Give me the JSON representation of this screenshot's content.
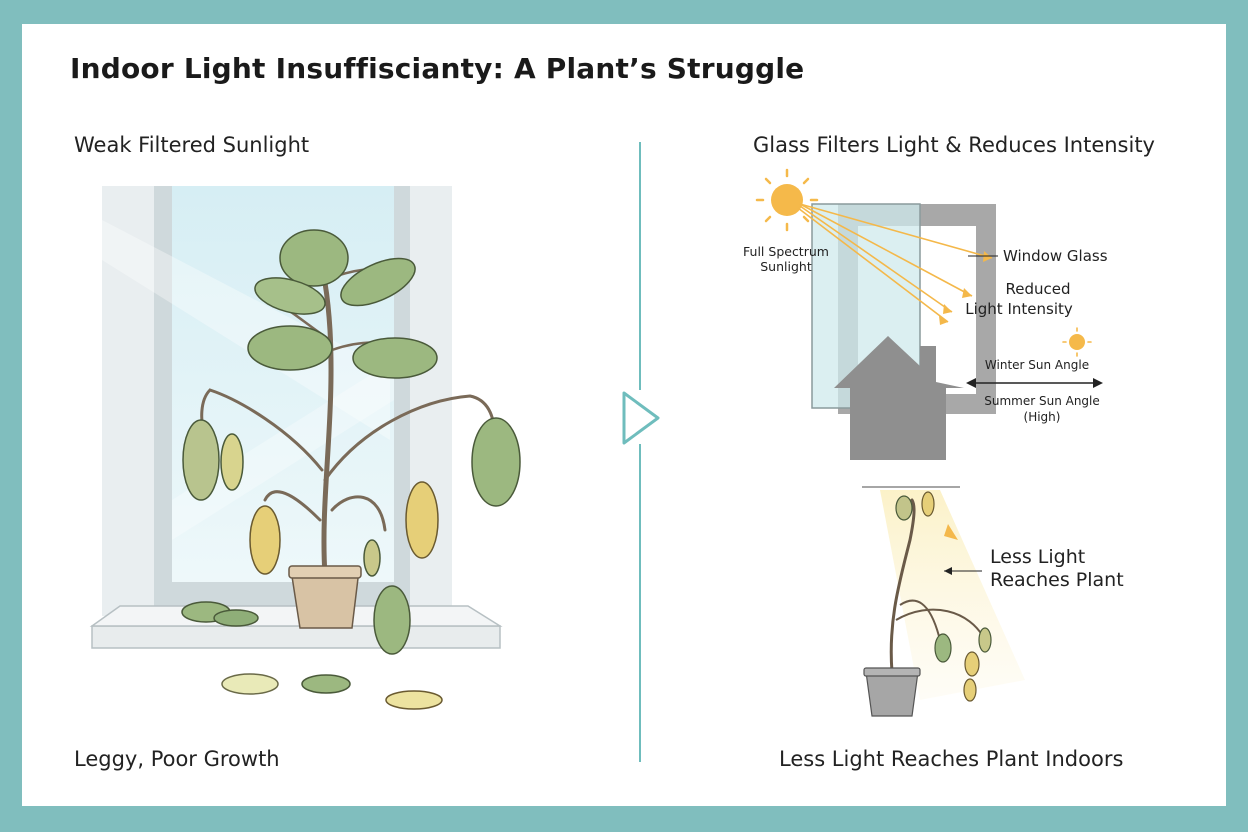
{
  "title": "Indoor Light Insuffiscianty: A Plant’s Struggle",
  "left": {
    "top_caption": "Weak Filtered Sunlight",
    "bottom_caption": "Leggy, Poor Growth"
  },
  "right": {
    "top_caption": "Glass Filters Light & Reduces Intensity",
    "bottom_caption": "Less Light Reaches Plant Indoors",
    "labels": {
      "full_spectrum_1": "Full Spectrum",
      "full_spectrum_2": "Sunlight",
      "window_glass": "Window Glass",
      "reduced_1": "Reduced",
      "reduced_2": "Light Intensity",
      "winter": "Winter Sun Angle",
      "summer_1": "Summer Sun Angle",
      "summer_2": "(High)",
      "less_light_1": "Less Light",
      "less_light_2": "Reaches Plant"
    }
  },
  "colors": {
    "frame": "#80bebe",
    "accent": "#5fb0b0",
    "sun": "#f5b94a",
    "leaf_green": "#9cb880",
    "leaf_yellow": "#e6cf78"
  }
}
